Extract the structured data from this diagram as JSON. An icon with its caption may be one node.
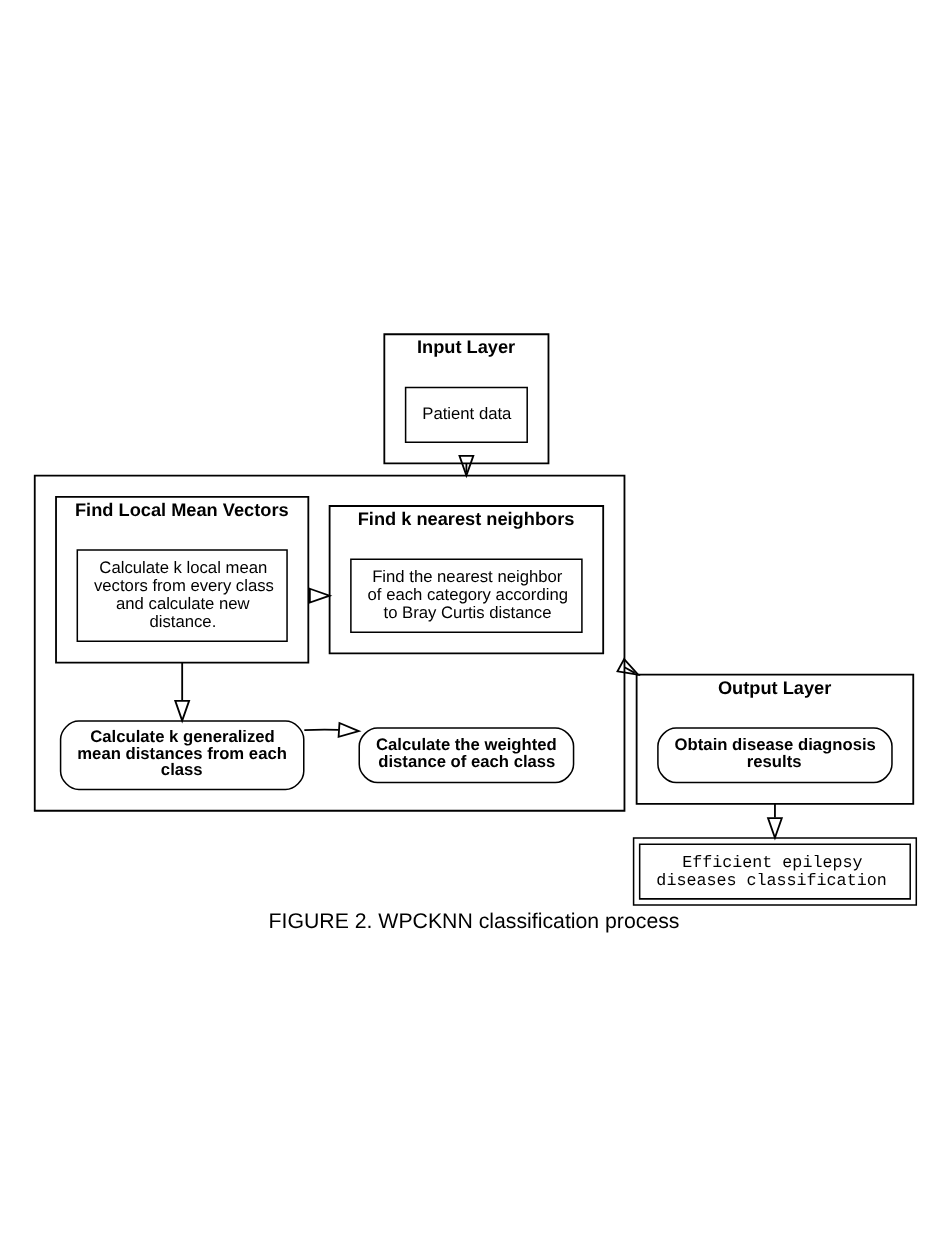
{
  "diagram": {
    "caption": "FIGURE 2. WPCKNN classification process",
    "nodes": [
      {
        "text": [
          "Input Layer"
        ]
      },
      {
        "text": [
          "Patient data"
        ],
        "in": 0
      },
      {
        "text": [],
        "shape": "box"
      },
      {
        "text": [
          "Find k nearest neighbors"
        ],
        "in": 2
      },
      {
        "text": [
          "Find the nearest neighbor of each category according to Bray Curtis distance"
        ],
        "in": 3
      },
      {
        "text": [
          "Find Local Mean Vectors"
        ],
        "in": 2
      },
      {
        "text": [
          "Calculate k local mean vectors from every class and calculate new distance."
        ],
        "in": 5
      },
      {
        "text": [
          "Calculate the weighted distance of each class"
        ],
        "in": 2
      },
      {
        "text": [
          "Calculate k generalized mean distances from each class"
        ],
        "in": 2
      },
      {
        "text": [
          "Output Layer"
        ]
      },
      {
        "text": [
          "Obtain disease diagnosis results"
        ],
        "in": 9
      },
      {
        "text": [
          "Efficient epilepsy diseases classification"
        ]
      }
    ],
    "edges": [
      {
        "from": 0,
        "to": 2,
        "arrow": "to"
      },
      {
        "from": 5,
        "to": 3,
        "arrow": "to"
      },
      {
        "from": 5,
        "to": 8,
        "arrow": "to"
      },
      {
        "from": 8,
        "to": 7,
        "arrow": "to"
      },
      {
        "from": 2,
        "to": 9,
        "arrow": "to"
      },
      {
        "from": 9,
        "to": 11,
        "arrow": "to"
      }
    ]
  }
}
